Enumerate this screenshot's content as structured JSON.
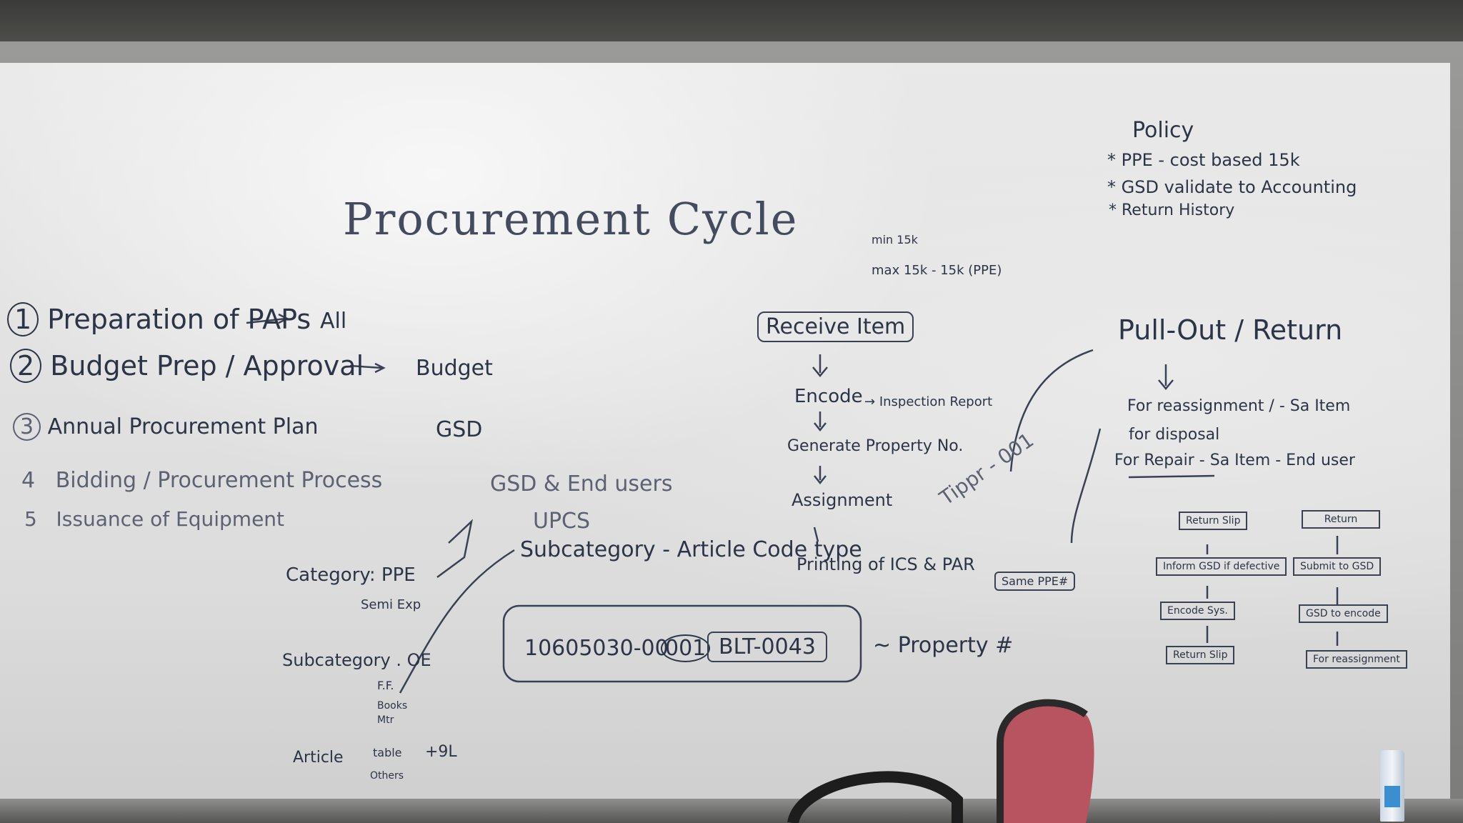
{
  "board": {
    "title": "Procurement Cycle",
    "steps": [
      {
        "num": "1",
        "text": "Preparation of PAPs",
        "owner": "All"
      },
      {
        "num": "2",
        "text": "Budget Prep / Approval",
        "owner": "Budget"
      },
      {
        "num": "3",
        "text": "Annual Procurement Plan",
        "owner": "GSD"
      },
      {
        "num": "4",
        "text": "Bidding / Procurement Process",
        "owner": "GSD & End users"
      },
      {
        "num": "5",
        "text": "Issuance of Equipment",
        "owner": ""
      }
    ],
    "policy": {
      "heading": "Policy",
      "items": [
        "PPE - cost based 15k",
        "GSD validate to Accounting",
        "Return History"
      ]
    },
    "note_top": [
      "min 15k",
      "max 15k - 15k (PPE)"
    ],
    "receive_flow": [
      "Receive Item",
      "Encode",
      "Inspection Report",
      "Generate Property No.",
      "Assignment",
      "Printing of ICS & PAR"
    ],
    "upcs": "UPCS",
    "subcategory_line": "Subcategory - Article Code type",
    "property_number": {
      "part1": "10605030-00",
      "part2": "001",
      "part3": "BLT-0043",
      "label": "Property #"
    },
    "category": {
      "label": "Category: PPE",
      "sub": "Semi Exp"
    },
    "subcategory_list": {
      "label": "Subcategory . OE",
      "items": [
        "F.F.",
        "Books",
        "Mtr"
      ]
    },
    "article": {
      "label": "Article",
      "items": [
        "table",
        "Others"
      ],
      "extra": "+9L"
    },
    "side_notes": [
      "Tippr - 001",
      "Same PPE#"
    ],
    "pullout": {
      "heading": "Pull-Out / Return",
      "lines": [
        "For reassignment / - Sa Item",
        "for disposal",
        "For Repair - Sa Item - End user"
      ],
      "left_boxes": [
        "Return Slip",
        "Inform GSD if defective",
        "Encode Sys.",
        "Return Slip"
      ],
      "right_boxes": [
        "Return",
        "Submit to GSD",
        "GSD to encode",
        "For reassignment"
      ]
    }
  }
}
